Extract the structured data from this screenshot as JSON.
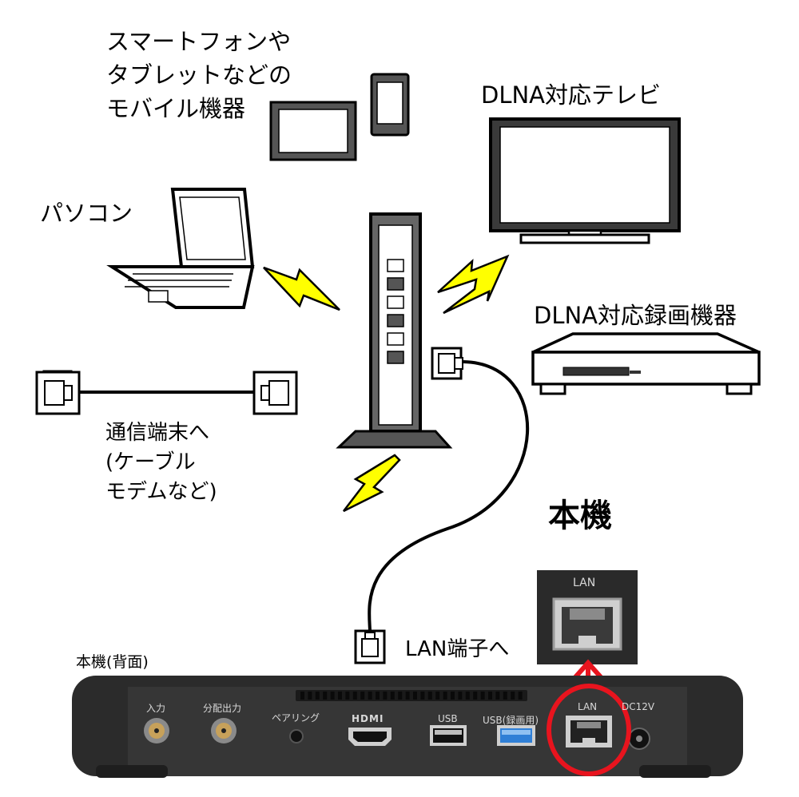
{
  "labels": {
    "mobile_line1": "スマートフォンや",
    "mobile_line2": "タブレットなどの",
    "mobile_line3": "モバイル機器",
    "tv": "DLNA対応テレビ",
    "pc": "パソコン",
    "recorder": "DLNA対応録画機器",
    "modem_line1": "通信端末へ",
    "modem_line2": "(ケーブル",
    "modem_line3": "モデムなど)",
    "device": "本機",
    "lan_cable": "LAN端子へ",
    "rear_title": "本機(背面)"
  },
  "rear_panel": {
    "input": "入力",
    "split_out": "分配出力",
    "pairing": "ペアリング",
    "hdmi": "HDMI",
    "usb": "USB",
    "usb_rec": "USB(録画用)",
    "lan": "LAN",
    "dc": "DC12V"
  },
  "inset": {
    "lan": "LAN"
  },
  "colors": {
    "lightning": "#ffff00",
    "highlight": "#e8141e",
    "device_body": "#2b2b2b",
    "usb_blue": "#2f7fd6"
  },
  "icons": [
    "tablet-icon",
    "smartphone-icon",
    "tv-icon",
    "laptop-icon",
    "router-icon",
    "recorder-icon",
    "lightning-icon",
    "rj45-plug-icon",
    "lan-port-icon",
    "arrow-up-icon"
  ]
}
